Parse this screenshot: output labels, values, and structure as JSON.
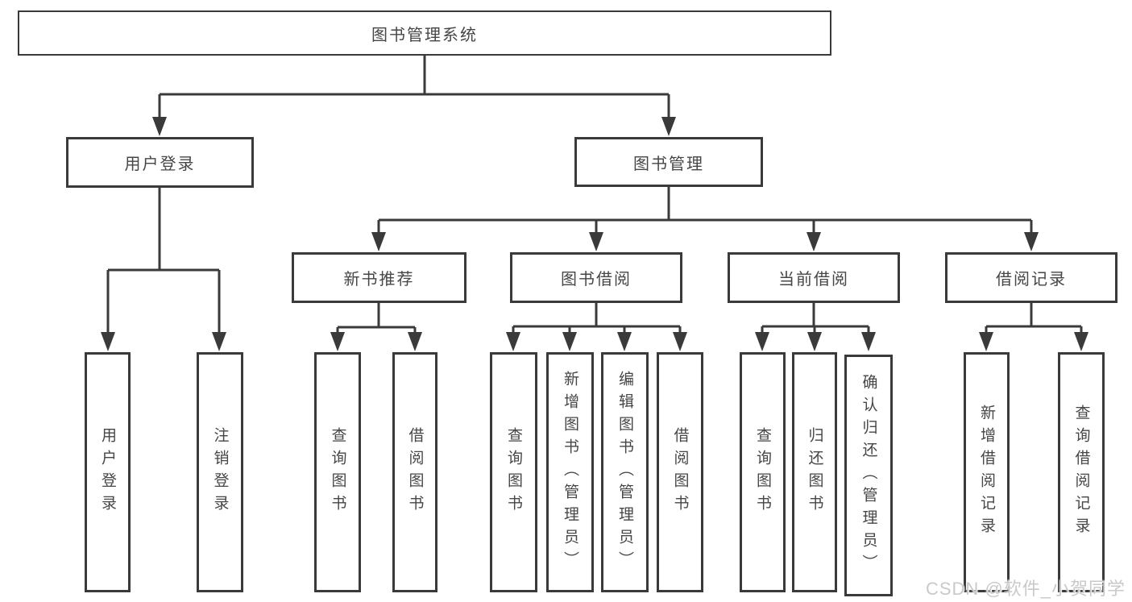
{
  "diagram": {
    "root": {
      "label": "图书管理系统"
    },
    "branches": [
      {
        "label": "用户登录",
        "children": [
          {
            "label": "用户登录"
          },
          {
            "label": "注销登录"
          }
        ]
      },
      {
        "label": "图书管理",
        "groups": [
          {
            "label": "新书推荐",
            "children": [
              {
                "label": "查询图书"
              },
              {
                "label": "借阅图书"
              }
            ]
          },
          {
            "label": "图书借阅",
            "children": [
              {
                "label": "查询图书"
              },
              {
                "label": "新增图书（管理员）"
              },
              {
                "label": "编辑图书（管理员）"
              },
              {
                "label": "借阅图书"
              }
            ]
          },
          {
            "label": "当前借阅",
            "children": [
              {
                "label": "查询图书"
              },
              {
                "label": "归还图书"
              },
              {
                "label": "确认归还（管理员）"
              }
            ]
          },
          {
            "label": "借阅记录",
            "children": [
              {
                "label": "新增借阅记录"
              },
              {
                "label": "查询借阅记录"
              }
            ]
          }
        ]
      }
    ]
  },
  "watermark": {
    "text": "CSDN @软件_小贺同学"
  },
  "colors": {
    "line": "#3a3a3a",
    "text": "#464646",
    "background": "#ffffff",
    "watermark": "#c9c9c9"
  }
}
